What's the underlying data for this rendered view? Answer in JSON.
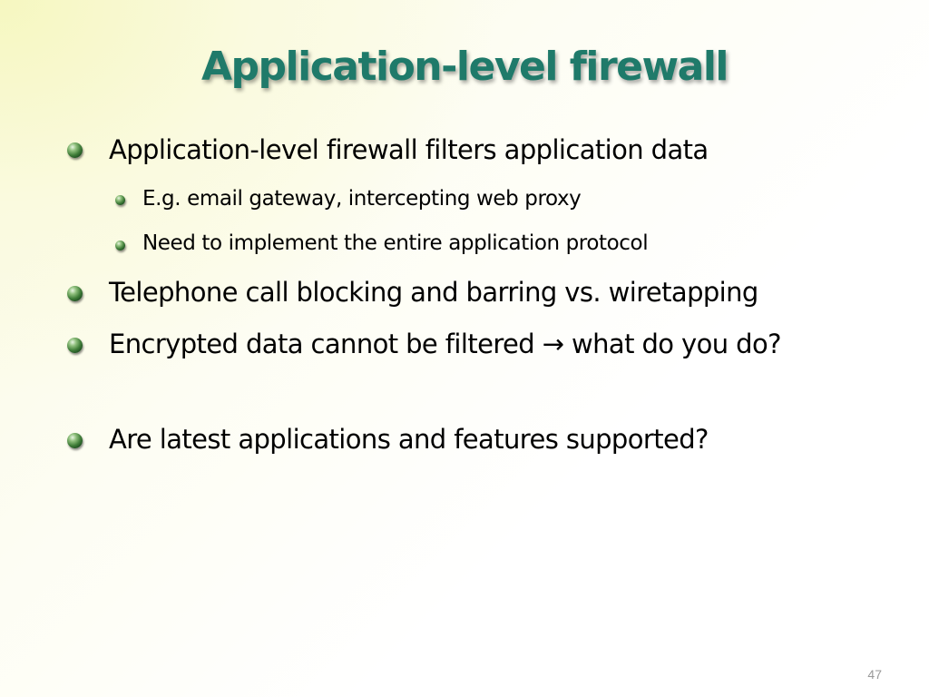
{
  "slide": {
    "title": "Application-level firewall",
    "bullets": [
      {
        "level": 1,
        "text": "Application-level firewall filters application data"
      },
      {
        "level": 2,
        "text": "E.g. email gateway, intercepting web proxy"
      },
      {
        "level": 2,
        "text": "Need to implement the entire application protocol"
      },
      {
        "level": 1,
        "text": "Telephone call blocking and barring vs. wiretapping"
      },
      {
        "level": 1,
        "text": "Encrypted data cannot be filtered → what do you do?"
      },
      {
        "level": 1,
        "text": "Are latest applications and features supported?"
      }
    ],
    "page_number": "47"
  },
  "colors": {
    "title": "#1f7a6a",
    "body_text": "#000000",
    "bullet": "#3f7d38",
    "page_number": "#9a9a9a"
  },
  "icons": {
    "bullet_level1": "green-sphere-bullet-icon",
    "bullet_level2": "small-green-sphere-bullet-icon"
  }
}
